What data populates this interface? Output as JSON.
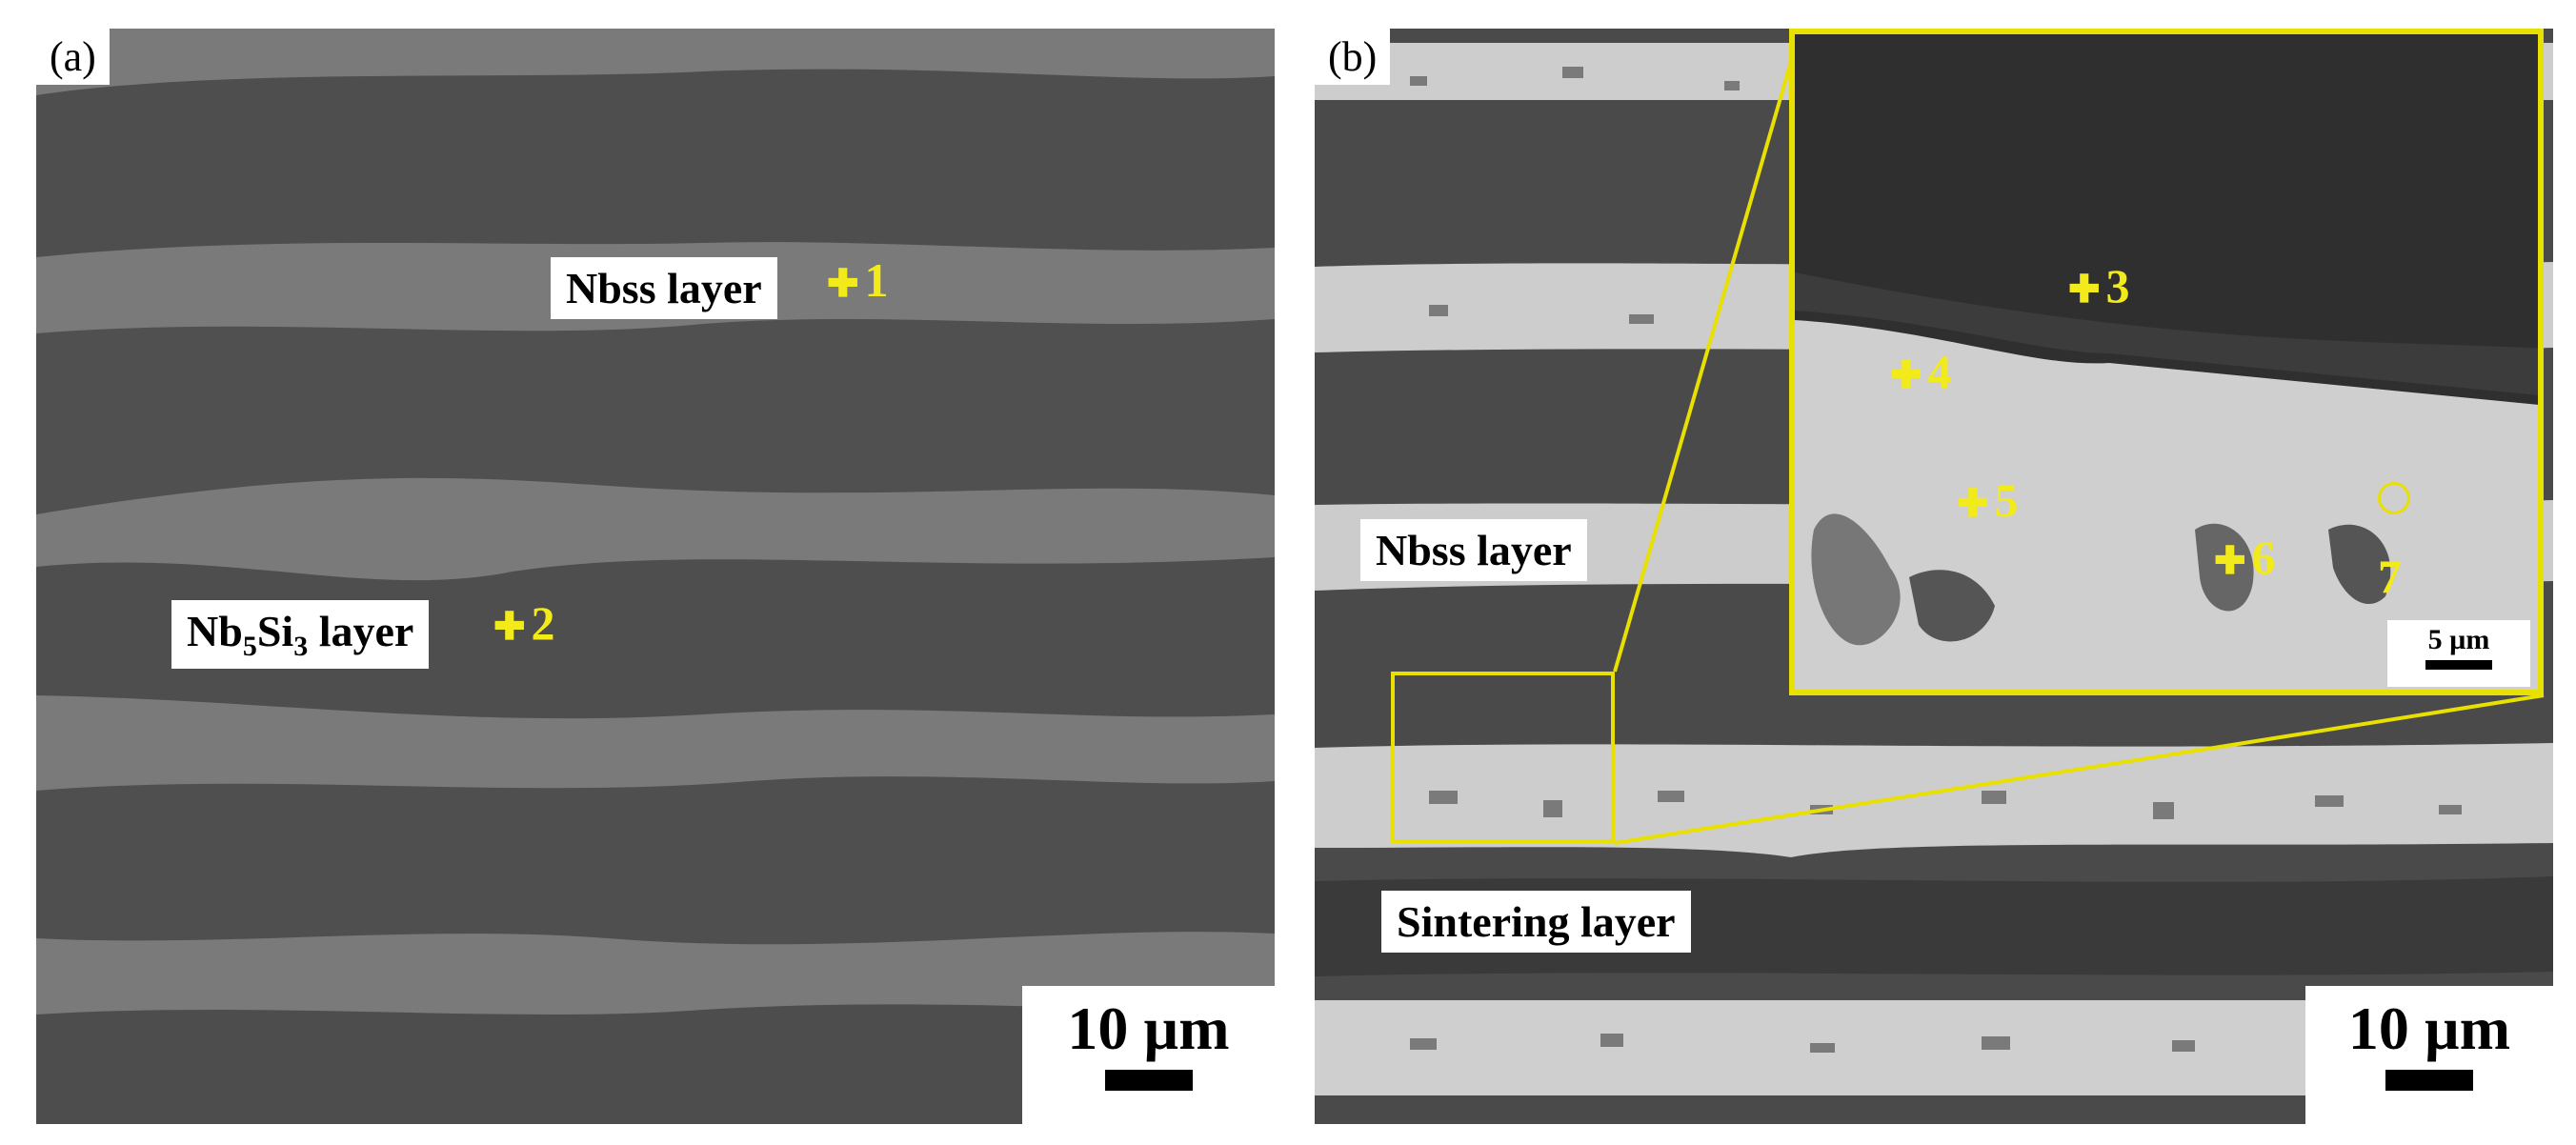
{
  "panels": [
    {
      "id": "a",
      "tag": "(a)",
      "labels": {
        "nbss": "Nbss layer",
        "nb5si3_prefix": "Nb",
        "nb5si3_sub1": "5",
        "nb5si3_mid": "Si",
        "nb5si3_sub2": "3",
        "nb5si3_suffix": " layer"
      },
      "points": [
        "1",
        "2"
      ],
      "scale_bar": "10 µm"
    },
    {
      "id": "b",
      "tag": "(b)",
      "labels": {
        "nbss": "Nbss layer",
        "sintering": "Sintering layer"
      },
      "points": [
        "3",
        "4",
        "5",
        "6",
        "7"
      ],
      "scale_bar": "10 µm",
      "inset_scale_bar": "5 µm"
    }
  ],
  "colors": {
    "annotation": "#f2ea1a",
    "inset_frame": "#e8e000",
    "dark_layer": "#4d4d4d",
    "light_layer_a": "#808080",
    "light_layer_b": "#cfcfcf"
  }
}
